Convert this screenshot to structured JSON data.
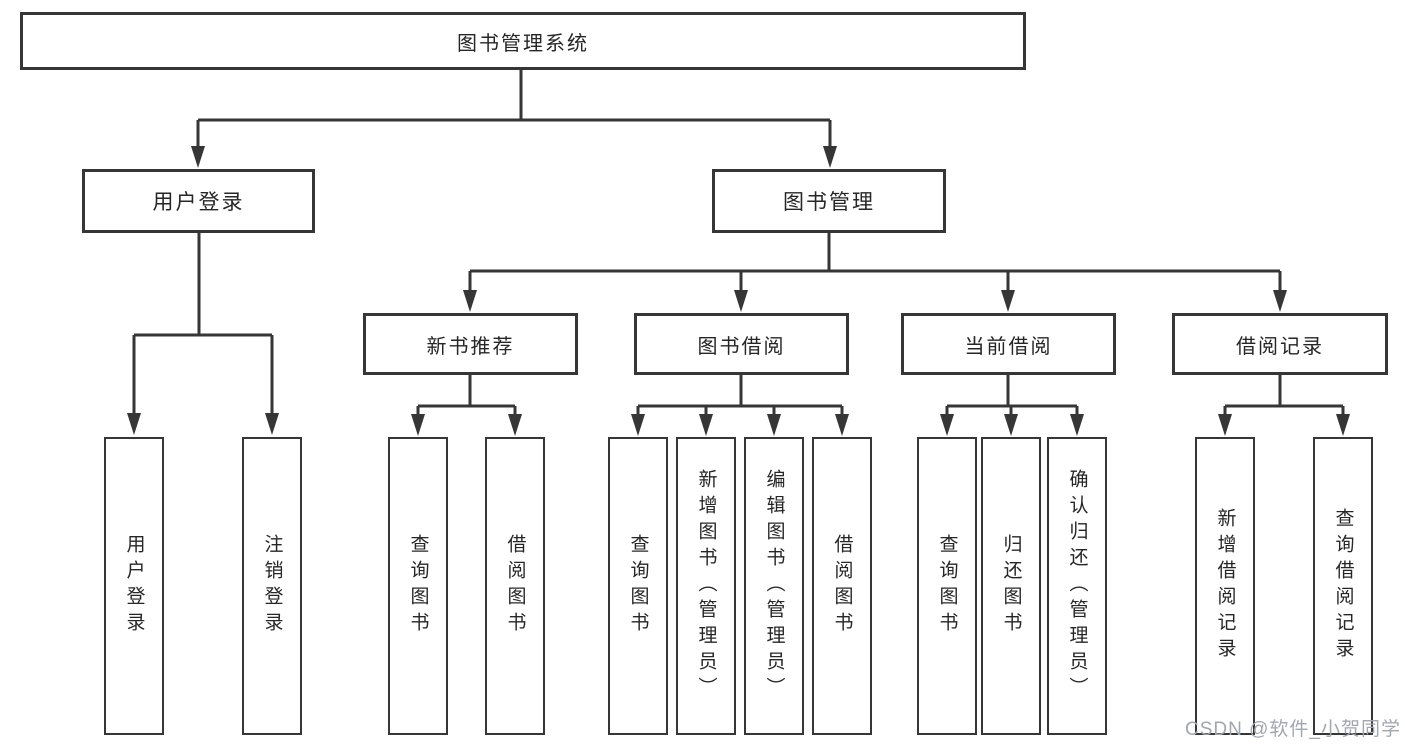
{
  "root": {
    "label": "图书管理系统"
  },
  "level2": [
    {
      "label": "用户登录"
    },
    {
      "label": "图书管理"
    }
  ],
  "level3": [
    {
      "label": "新书推荐"
    },
    {
      "label": "图书借阅"
    },
    {
      "label": "当前借阅"
    },
    {
      "label": "借阅记录"
    }
  ],
  "leaves": {
    "user_login": [
      "用户登录",
      "注销登录"
    ],
    "new_book": [
      "查询图书",
      "借阅图书"
    ],
    "book_borrow": [
      "查询图书",
      "新增图书（管理员）",
      "编辑图书（管理员）",
      "借阅图书"
    ],
    "current_borrow": [
      "查询图书",
      "归还图书",
      "确认归还（管理员）"
    ],
    "borrow_record": [
      "新增借阅记录",
      "查询借阅记录"
    ]
  },
  "watermark": "CSDN @软件_小贺同学",
  "colors": {
    "line": "#363636",
    "text": "#262626",
    "watermark": "#a2a6ae"
  }
}
